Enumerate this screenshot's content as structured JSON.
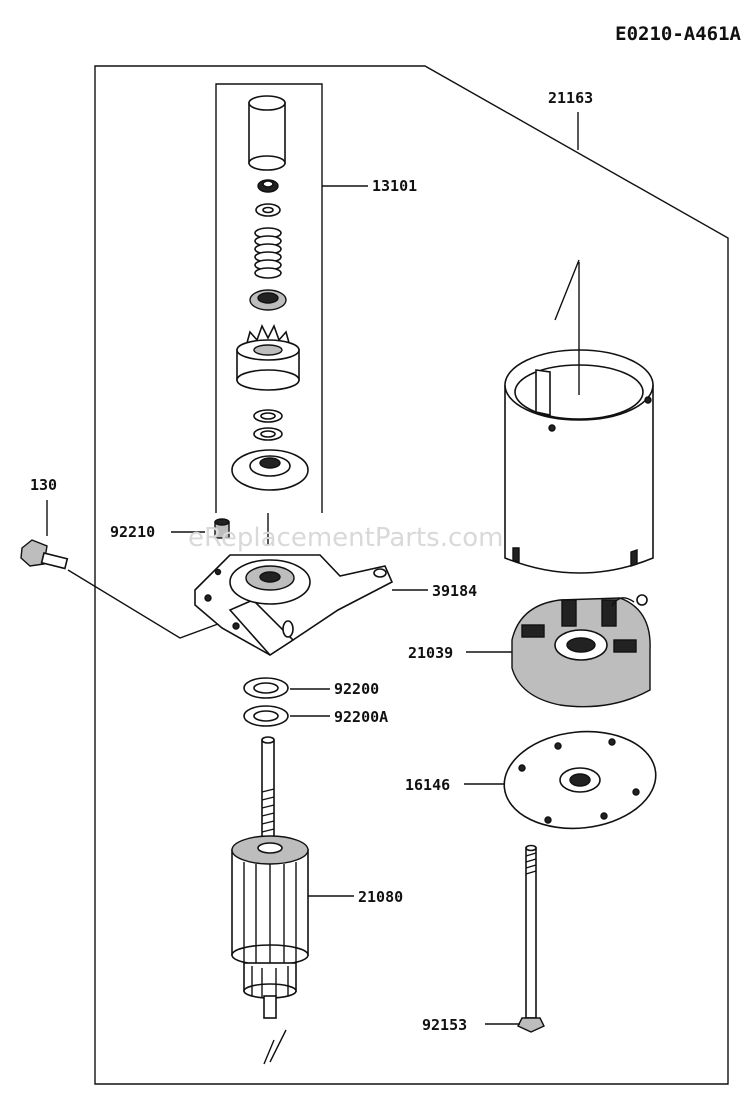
{
  "diagram_code": "E0210-A461A",
  "watermark": "eReplacementParts.com",
  "callouts": {
    "assembly_21163": "21163",
    "drive_13101": "13101",
    "bolt_130": "130",
    "nipple_92210": "92210",
    "bracket_39184": "39184",
    "brush_holder_21039": "21039",
    "washer_92200": "92200",
    "washer_92200a": "92200A",
    "plate_16146": "16146",
    "armature_21080": "21080",
    "bolt_92153": "92153"
  }
}
